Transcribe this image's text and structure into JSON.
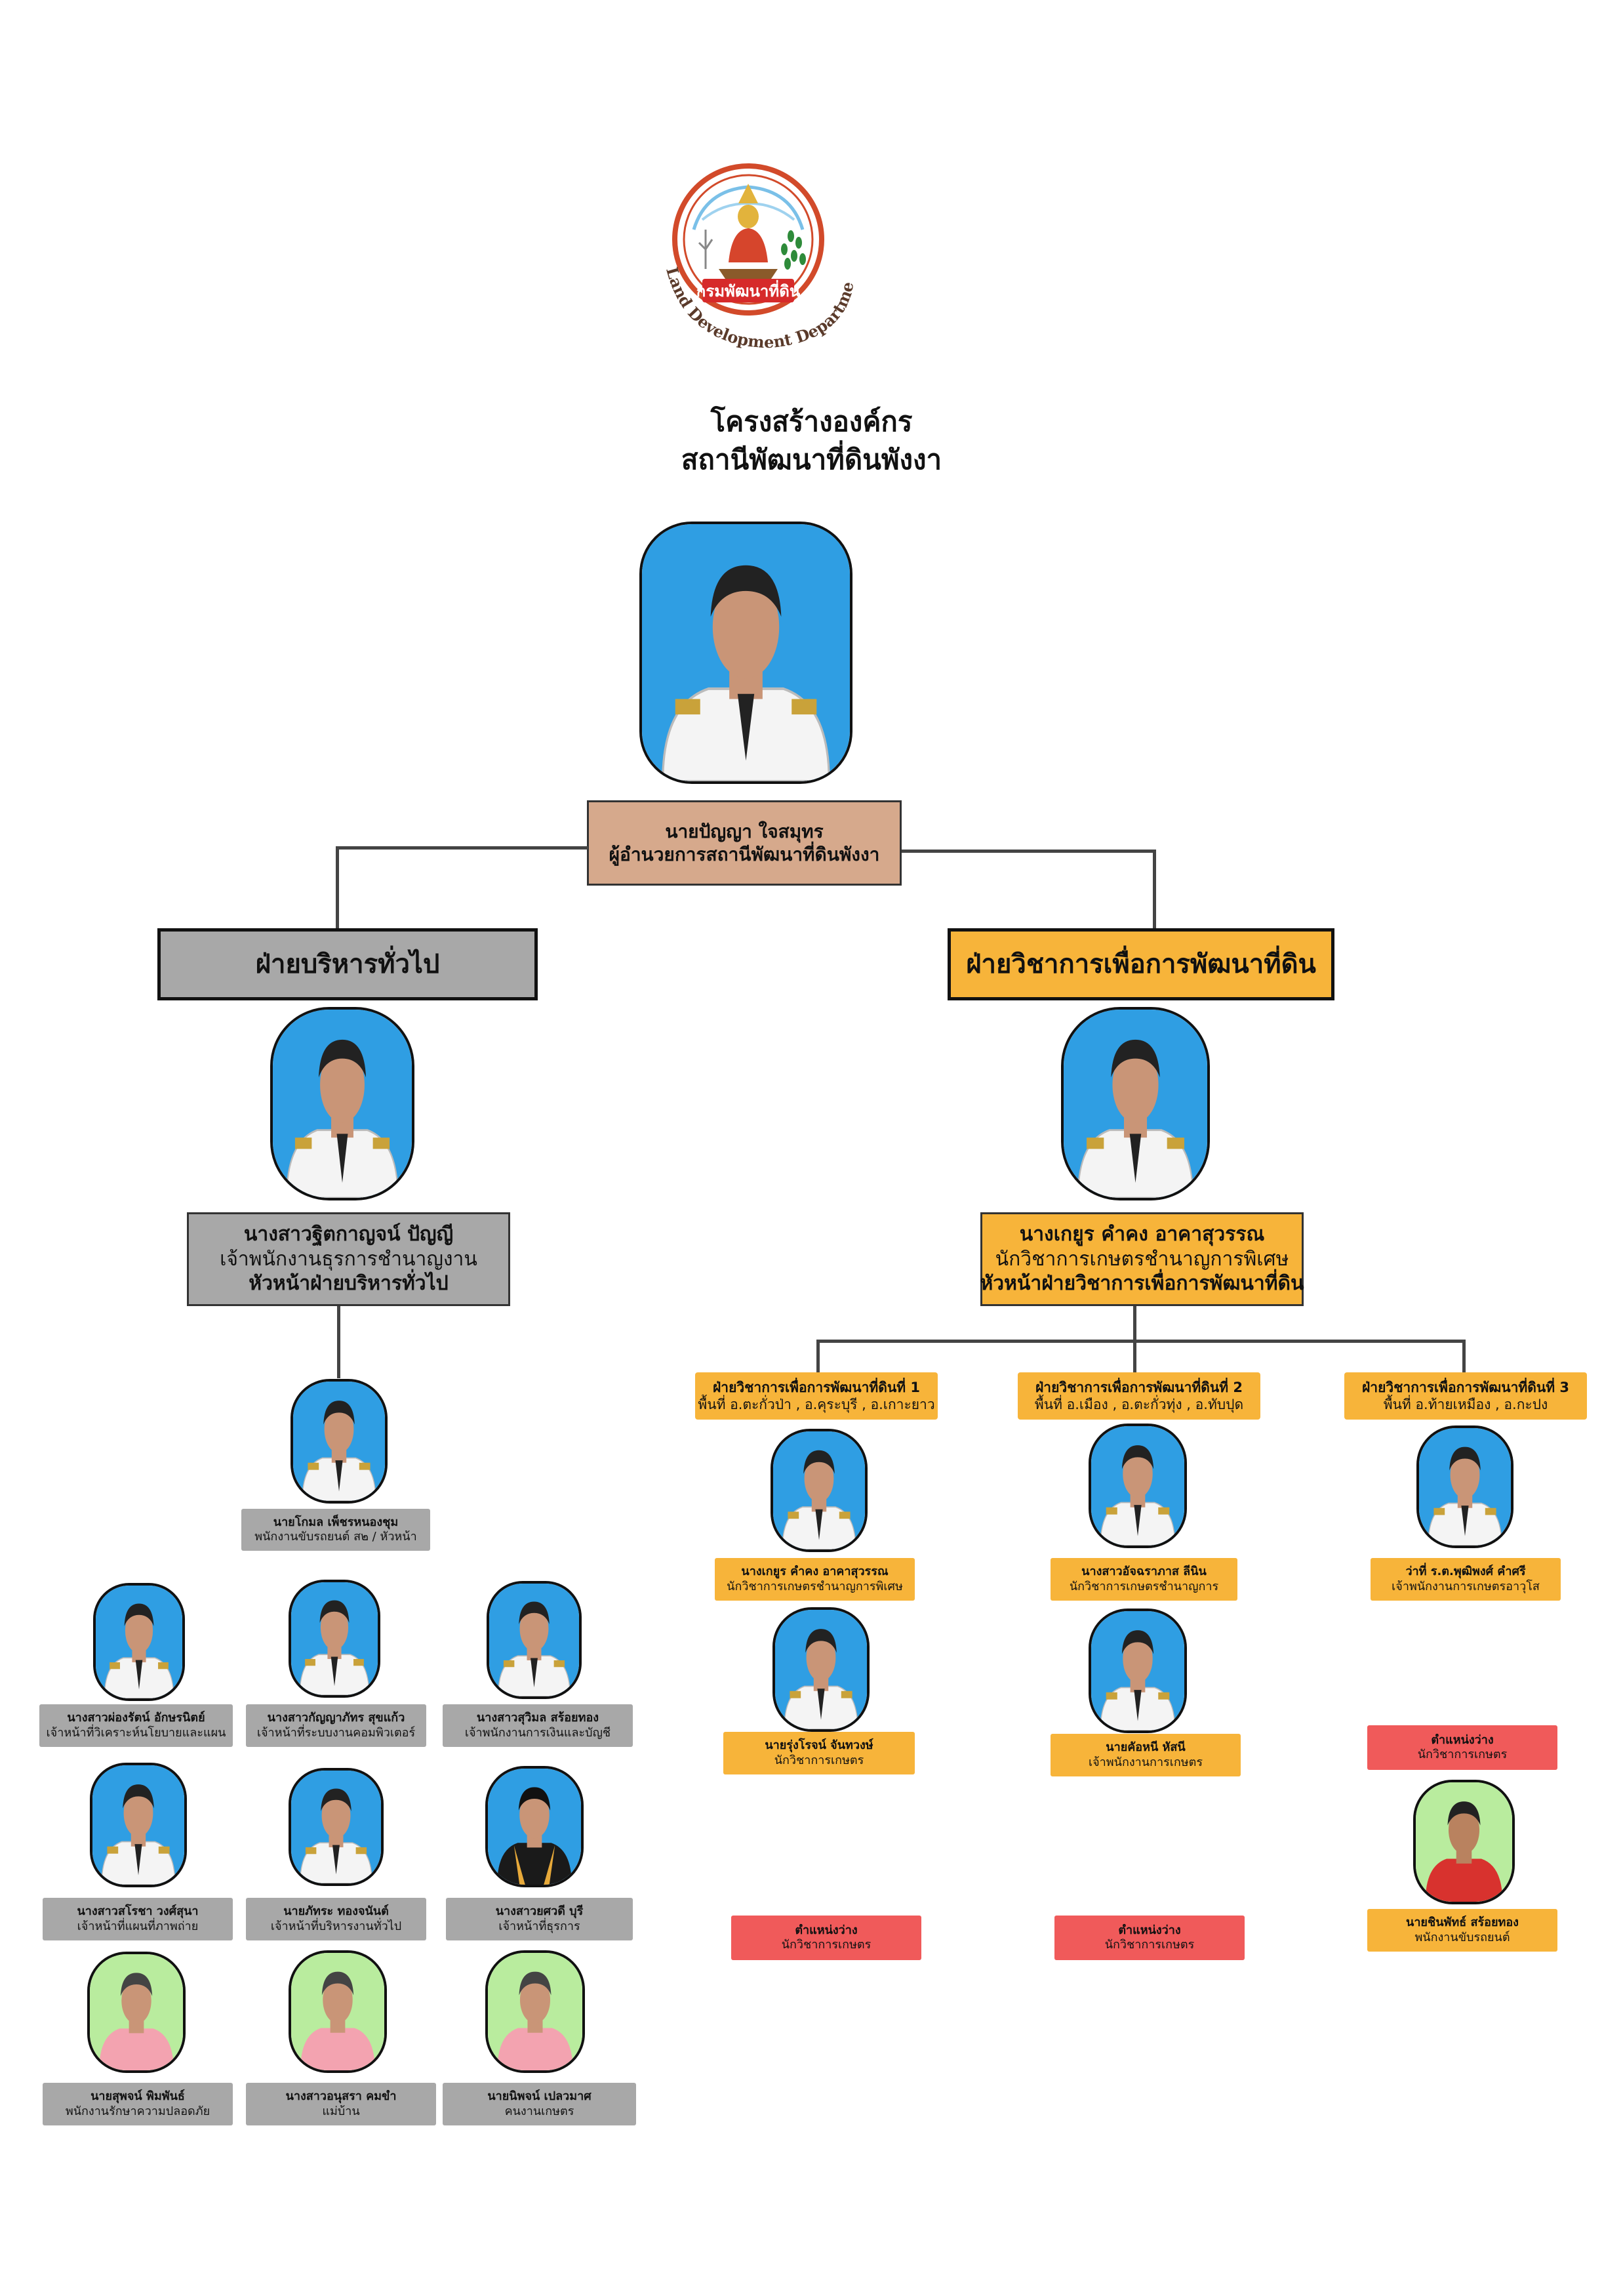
{
  "logo": {
    "emblem_text": "กรมพัฒนาที่ดิน",
    "ring_text": "Land Development Department"
  },
  "title": {
    "line1": "โครงสร้างองค์กร",
    "line2": "สถานีพัฒนาที่ดินพังงา"
  },
  "director": {
    "name": "นายปัญญา   ใจสมุทร",
    "position": "ผู้อำนวยการสถานีพัฒนาที่ดินพังงา"
  },
  "admin": {
    "dept_label": "ฝ่ายบริหารทั่วไป",
    "head": {
      "name": "นางสาวฐิตกาญจน์ ปัญญี",
      "position": "เจ้าพนักงานธุรการชำนาญงาน",
      "role": "หัวหน้าฝ่ายบริหารทั่วไป"
    },
    "driver": {
      "name": "นายโกมล เพ็ชรหนองชุม",
      "position": "พนักงานขับรถยนต์ ส๒ / หัวหน้า"
    },
    "staff": [
      {
        "name": "นางสาวผ่องรัตน์ อักษรนิตย์",
        "position": "เจ้าหน้าที่วิเคราะห์นโยบายและแผน"
      },
      {
        "name": "นางสาวกัญญาภัทร สุขแก้ว",
        "position": "เจ้าหน้าที่ระบบงานคอมพิวเตอร์"
      },
      {
        "name": "นางสาวสุวิมล สร้อยทอง",
        "position": "เจ้าพนักงานการเงินและบัญชี"
      },
      {
        "name": "นางสาวสโรชา วงศ์สุนา",
        "position": "เจ้าหน้าที่แผนที่ภาพถ่าย"
      },
      {
        "name": "นายภัทระ ทองจนันต์",
        "position": "เจ้าหน้าที่บริหารงานทั่วไป"
      },
      {
        "name": "นางสาวยศวดี  บุรี",
        "position": "เจ้าหน้าที่ธุรการ"
      },
      {
        "name": "นายสุพจน์ พิมพันธ์",
        "position": "พนักงานรักษาความปลอดภัย"
      },
      {
        "name": "นางสาวอนุสรา คมขำ",
        "position": "แม่บ้าน"
      },
      {
        "name": "นายนิพจน์  เปลวมาศ",
        "position": "คนงานเกษตร"
      }
    ]
  },
  "technical": {
    "dept_label": "ฝ่ายวิชาการเพื่อการพัฒนาที่ดิน",
    "head": {
      "name": "นางเกยูร คำคง อาคาสุวรรณ",
      "position": "นักวิชาการเกษตรชำนาญการพิเศษ",
      "role": "หัวหน้าฝ่ายวิชาการเพื่อการพัฒนาที่ดิน"
    },
    "units": [
      {
        "title": "ฝ่ายวิชาการเพื่อการพัฒนาที่ดินที่  1",
        "area": "พื้นที่ อ.ตะกั่วป่า , อ.คุระบุรี , อ.เกาะยาว",
        "members": [
          {
            "name": "นางเกยูร คำคง อาคาสุวรรณ",
            "position": "นักวิชาการเกษตรชำนาญการพิเศษ"
          },
          {
            "name": "นายรุ่งโรจน์ จันทวงษ์",
            "position": "นักวิชาการเกษตร"
          }
        ],
        "vacant": {
          "label": "ตำแหน่งว่าง",
          "position": "นักวิชาการเกษตร"
        }
      },
      {
        "title": "ฝ่ายวิชาการเพื่อการพัฒนาที่ดินที่ 2",
        "area": "พื้นที่ อ.เมือง , อ.ตะกั่วทุ่ง , อ.ทับปุด",
        "members": [
          {
            "name": "นางสาวอัจฉราภาส ลีนิน",
            "position": "นักวิชาการเกษตรชำนาญการ"
          },
          {
            "name": "นายคัอหนี หัสนี",
            "position": "เจ้าพนักงานการเกษตร"
          }
        ],
        "vacant": {
          "label": "ตำแหน่งว่าง",
          "position": "นักวิชาการเกษตร"
        }
      },
      {
        "title": "ฝ่ายวิชาการเพื่อการพัฒนาที่ดินที่ 3",
        "area": "พื้นที่ อ.ท้ายเหมือง , อ.กะปง",
        "members": [
          {
            "name": "ว่าที่ ร.ต.พุฒิพงศ์ คำศรี",
            "position": "เจ้าพนักงานการเกษตรอาวุโส"
          },
          {
            "name": "นายชินพัทธ์ สร้อยทอง",
            "position": "พนักงานขับรถยนต์"
          }
        ],
        "vacant": {
          "label": "ตำแหน่งว่าง",
          "position": "นักวิชาการเกษตร"
        }
      }
    ]
  },
  "colors": {
    "gray": "#a8a8a8",
    "orange": "#f7b43a",
    "red": "#f05a5a",
    "tan": "#d6a98c",
    "photo_blue": "#2f9ee3",
    "photo_green": "#b9ec9e"
  }
}
